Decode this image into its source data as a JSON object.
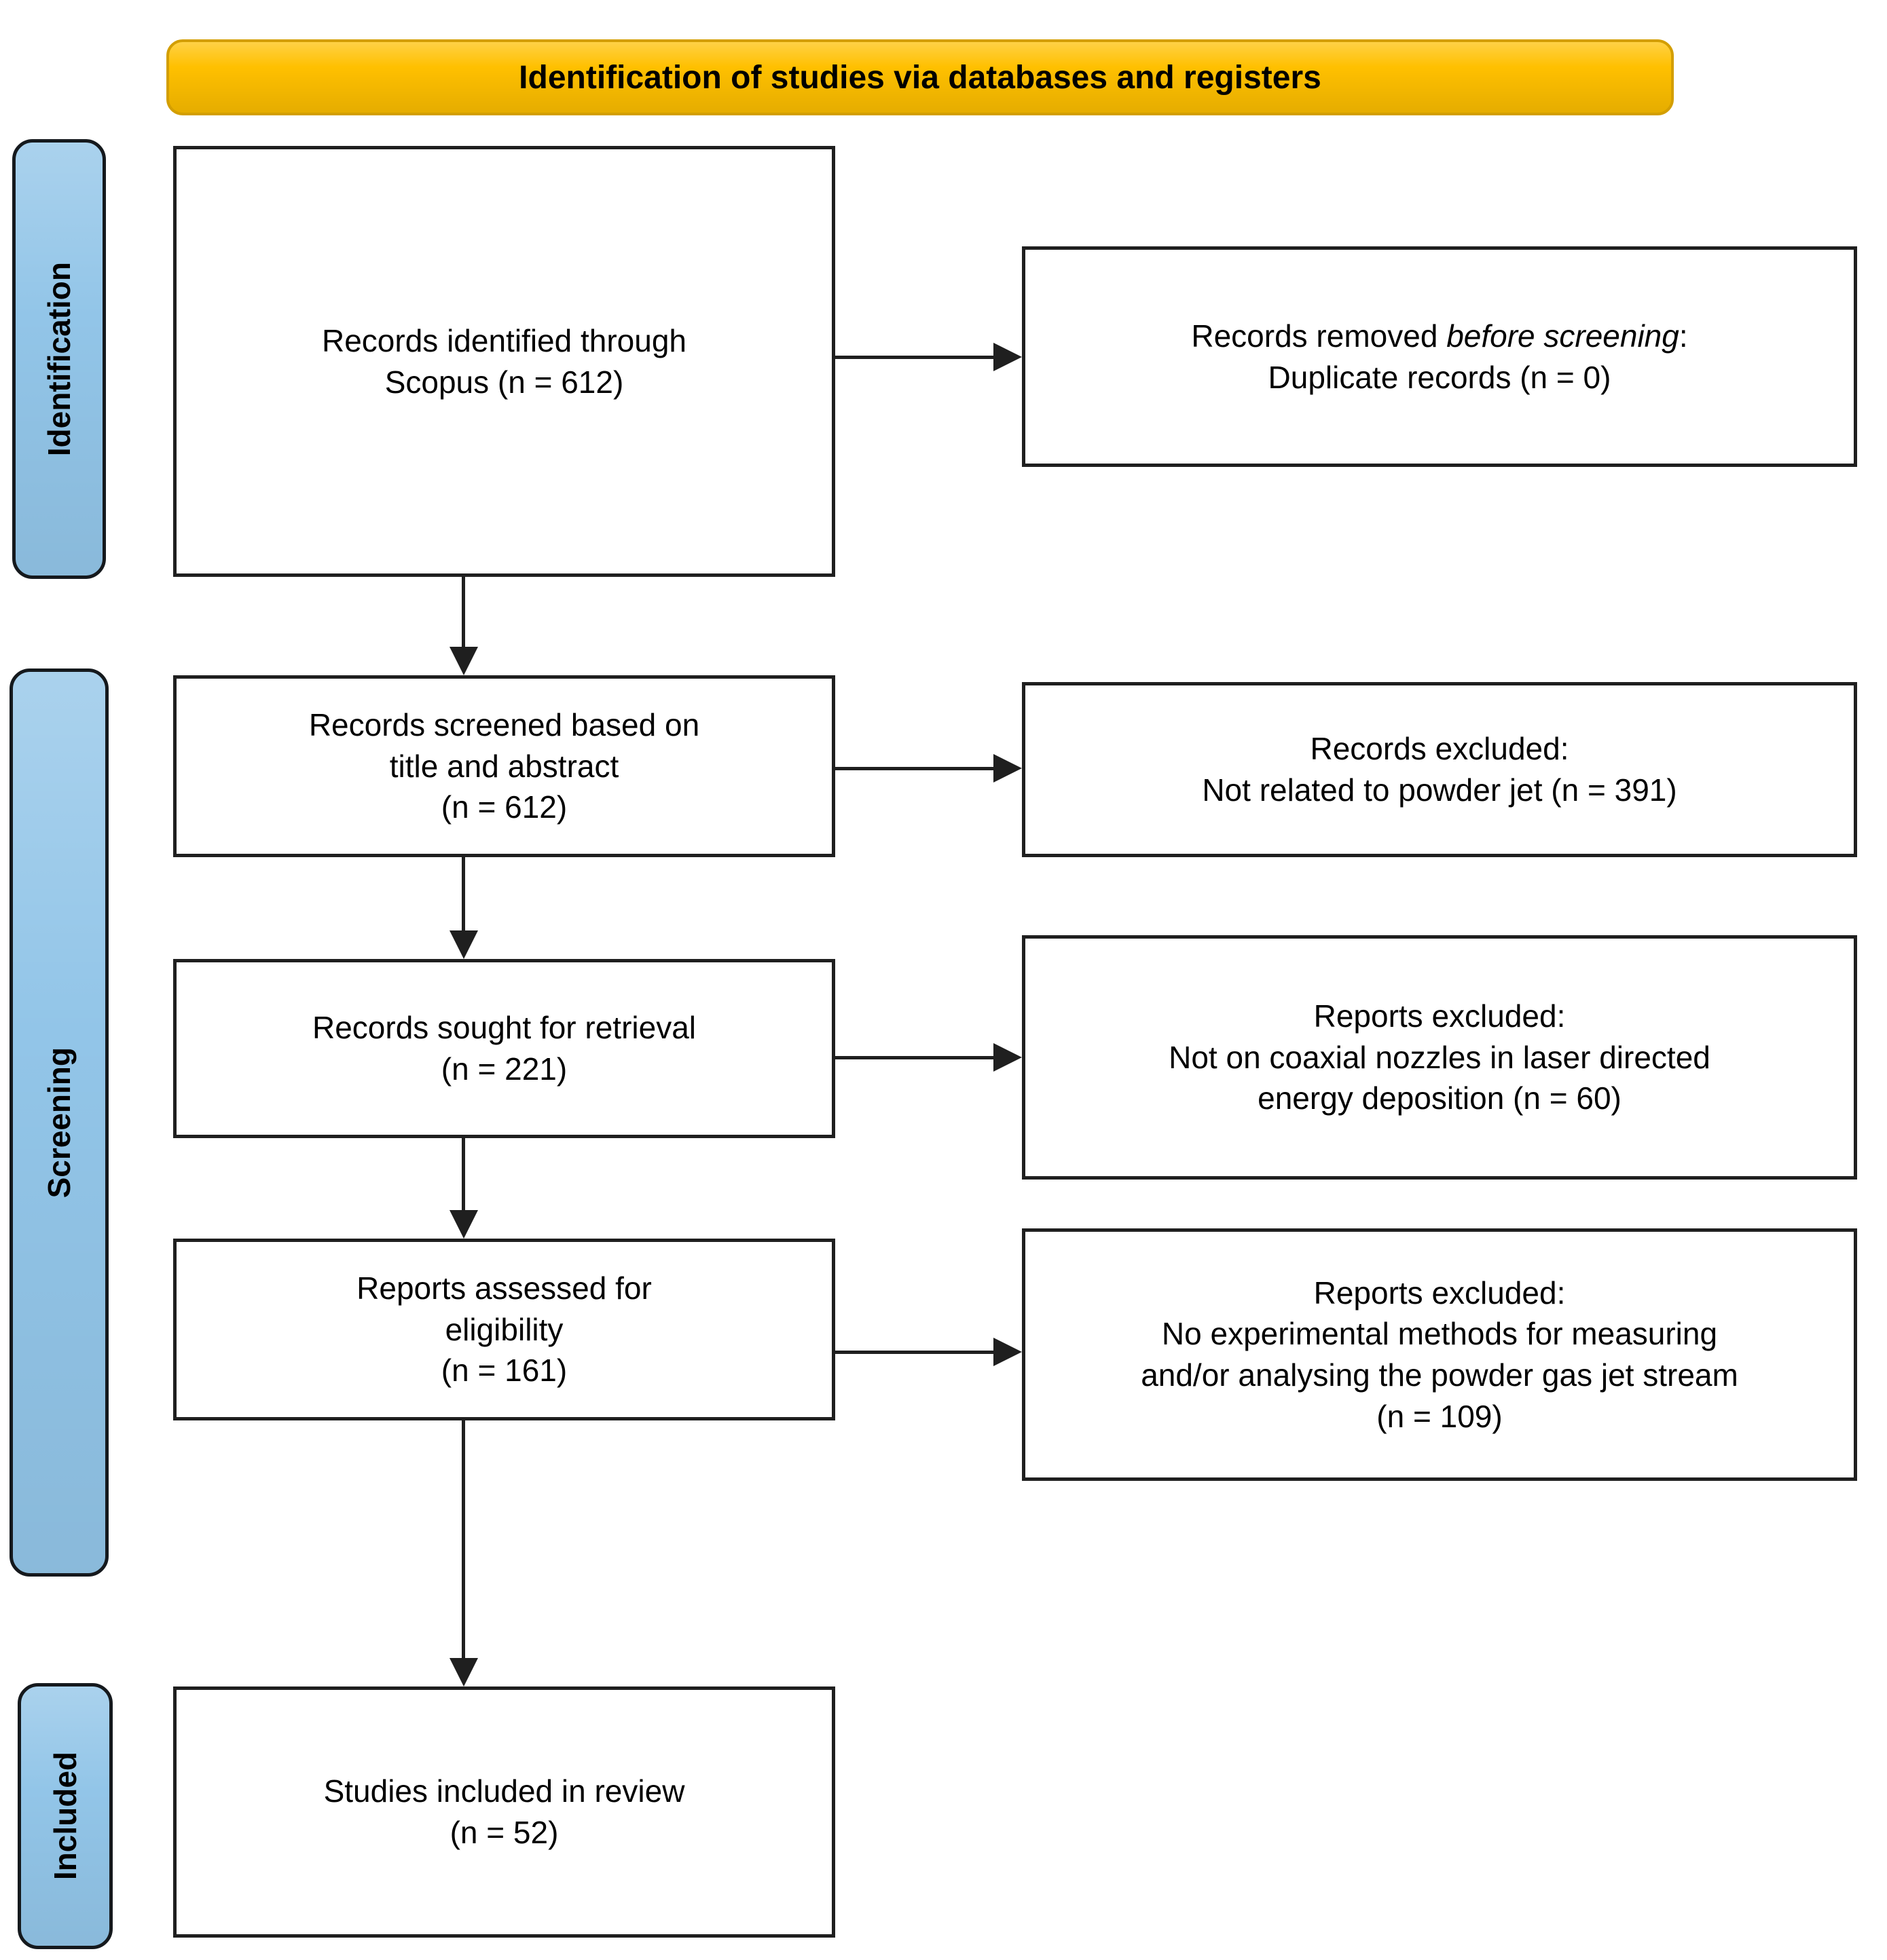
{
  "header": {
    "title": "Identification of studies via databases and registers"
  },
  "stages": [
    {
      "label": "Identification"
    },
    {
      "label": "Screening"
    },
    {
      "label": "Included"
    }
  ],
  "flow_boxes": [
    {
      "lines": [
        "Records identified through",
        "Scopus (n = 612)"
      ]
    },
    {
      "lines": [
        "Records screened based on",
        "title and abstract",
        "(n = 612)"
      ]
    },
    {
      "lines": [
        "Records sought for retrieval",
        "(n = 221)"
      ]
    },
    {
      "lines": [
        "Reports assessed for",
        "eligibility",
        "(n = 161)"
      ]
    },
    {
      "lines": [
        "Studies included in review",
        "(n = 52)"
      ]
    }
  ],
  "exclusion_boxes": [
    {
      "title_prefix": "Records removed ",
      "title_italic": "before screening",
      "title_suffix": ":",
      "detail_lines": [
        "Duplicate records (n = 0)"
      ]
    },
    {
      "title_prefix": "Records excluded:",
      "title_italic": "",
      "title_suffix": "",
      "detail_lines": [
        "Not related to powder jet (n = 391)"
      ]
    },
    {
      "title_prefix": "Reports excluded:",
      "title_italic": "",
      "title_suffix": "",
      "detail_lines": [
        "Not on coaxial nozzles in laser directed",
        "energy deposition (n = 60)"
      ]
    },
    {
      "title_prefix": "Reports excluded:",
      "title_italic": "",
      "title_suffix": "",
      "detail_lines": [
        "No experimental methods for measuring",
        "and/or analysing the powder gas jet stream",
        "(n = 109)"
      ]
    }
  ],
  "colors": {
    "header_fill": "#FFC000",
    "header_border": "#D39E00",
    "stage_fill": "#92C5E8",
    "stage_border": "#15191D",
    "box_fill": "#FFFFFF",
    "box_border": "#1F1F1F",
    "arrow": "#1F1F1F",
    "text": "#000000"
  }
}
